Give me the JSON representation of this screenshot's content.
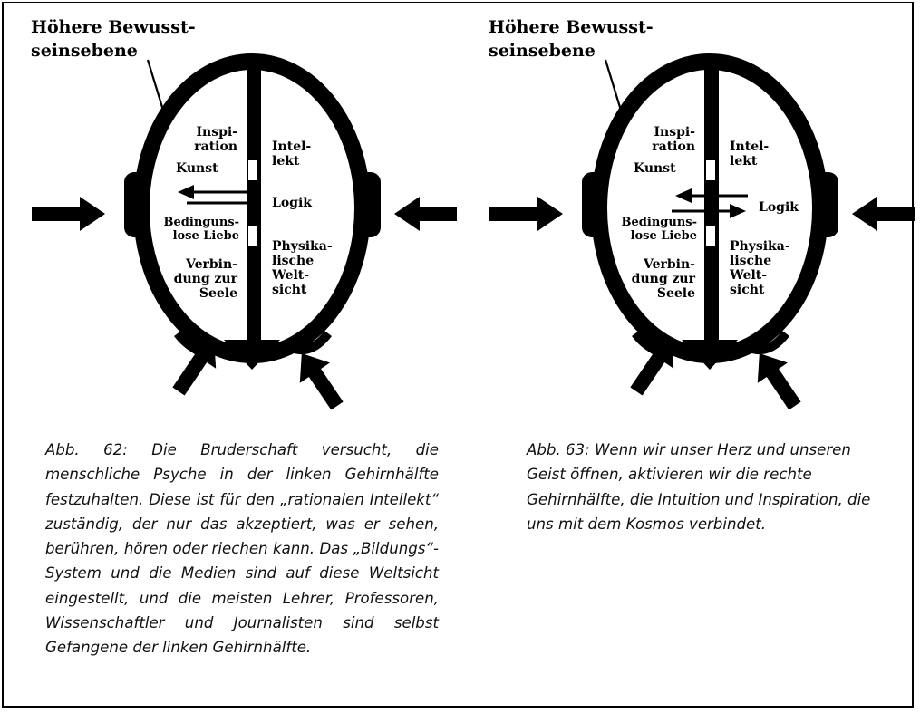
{
  "colors": {
    "ink": "#000000",
    "paper": "#ffffff"
  },
  "figure62": {
    "title_line1": "Höhere Bewusst-",
    "title_line2": "seinsebene",
    "left_labels": {
      "inspiration_1": "Inspi-",
      "inspiration_2": "ration",
      "kunst": "Kunst",
      "liebe_1": "Bedinguns-",
      "liebe_2": "lose Liebe",
      "seele_1": "Verbin-",
      "seele_2": "dung zur",
      "seele_3": "Seele"
    },
    "right_labels": {
      "intellekt_1": "Intel-",
      "intellekt_2": "lekt",
      "logik": "Logik",
      "weltsicht_1": "Physika-",
      "weltsicht_2": "lische",
      "weltsicht_3": "Welt-",
      "weltsicht_4": "sicht"
    },
    "caption": "Abb. 62: Die Bruderschaft versucht, die menschliche Psyche in der linken Gehirnhälfte festzuhalten. Diese ist für den „rationalen Intellekt“ zuständig, der nur das akzeptiert, was er sehen, berühren, hören oder riechen kann. Das „Bildungs“-System und die Medien sind auf diese Weltsicht eingestellt, und die meisten Lehrer, Professoren, Wissenschaftler und Journalisten sind selbst Gefangene der linken Gehirnhälfte."
  },
  "figure63": {
    "title_line1": "Höhere Bewusst-",
    "title_line2": "seinsebene",
    "left_labels": {
      "inspiration_1": "Inspi-",
      "inspiration_2": "ration",
      "kunst": "Kunst",
      "liebe_1": "Bedinguns-",
      "liebe_2": "lose Liebe",
      "seele_1": "Verbin-",
      "seele_2": "dung zur",
      "seele_3": "Seele"
    },
    "right_labels": {
      "intellekt_1": "Intel-",
      "intellekt_2": "lekt",
      "logik": "Logik",
      "weltsicht_1": "Physika-",
      "weltsicht_2": "lische",
      "weltsicht_3": "Welt-",
      "weltsicht_4": "sicht"
    },
    "caption": "Abb. 63: Wenn wir unser Herz und unseren Geist öffnen, aktivieren wir die rechte Gehirnhälfte, die Intuition und Inspiration, die uns mit dem Kosmos verbindet."
  }
}
